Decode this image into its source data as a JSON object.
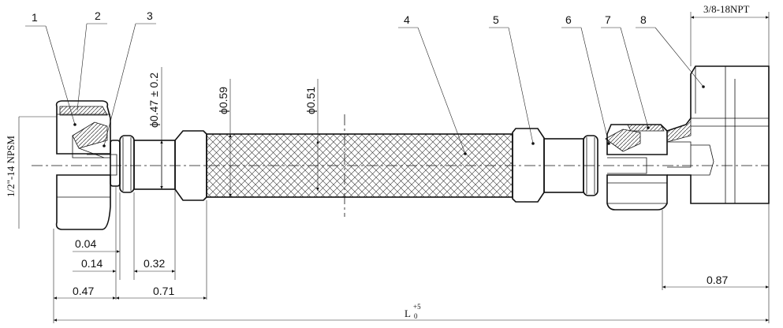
{
  "part_numbers": [
    "1",
    "2",
    "3",
    "4",
    "5",
    "6",
    "7",
    "8"
  ],
  "thread_left": "1/2\"-14 NPSM",
  "thread_right": "3/8-18NPT",
  "diameters": {
    "d047": "ϕ0.47 ± 0.2",
    "d059": "ϕ0.59",
    "d051": "ϕ0.51"
  },
  "dimensions": {
    "d004": "0.04",
    "d014": "0.14",
    "d032": "0.32",
    "d047": "0.47",
    "d071": "0.71",
    "d087": "0.87"
  },
  "length": {
    "label": "L",
    "upper_tol": "+5",
    "lower_tol": "0"
  }
}
